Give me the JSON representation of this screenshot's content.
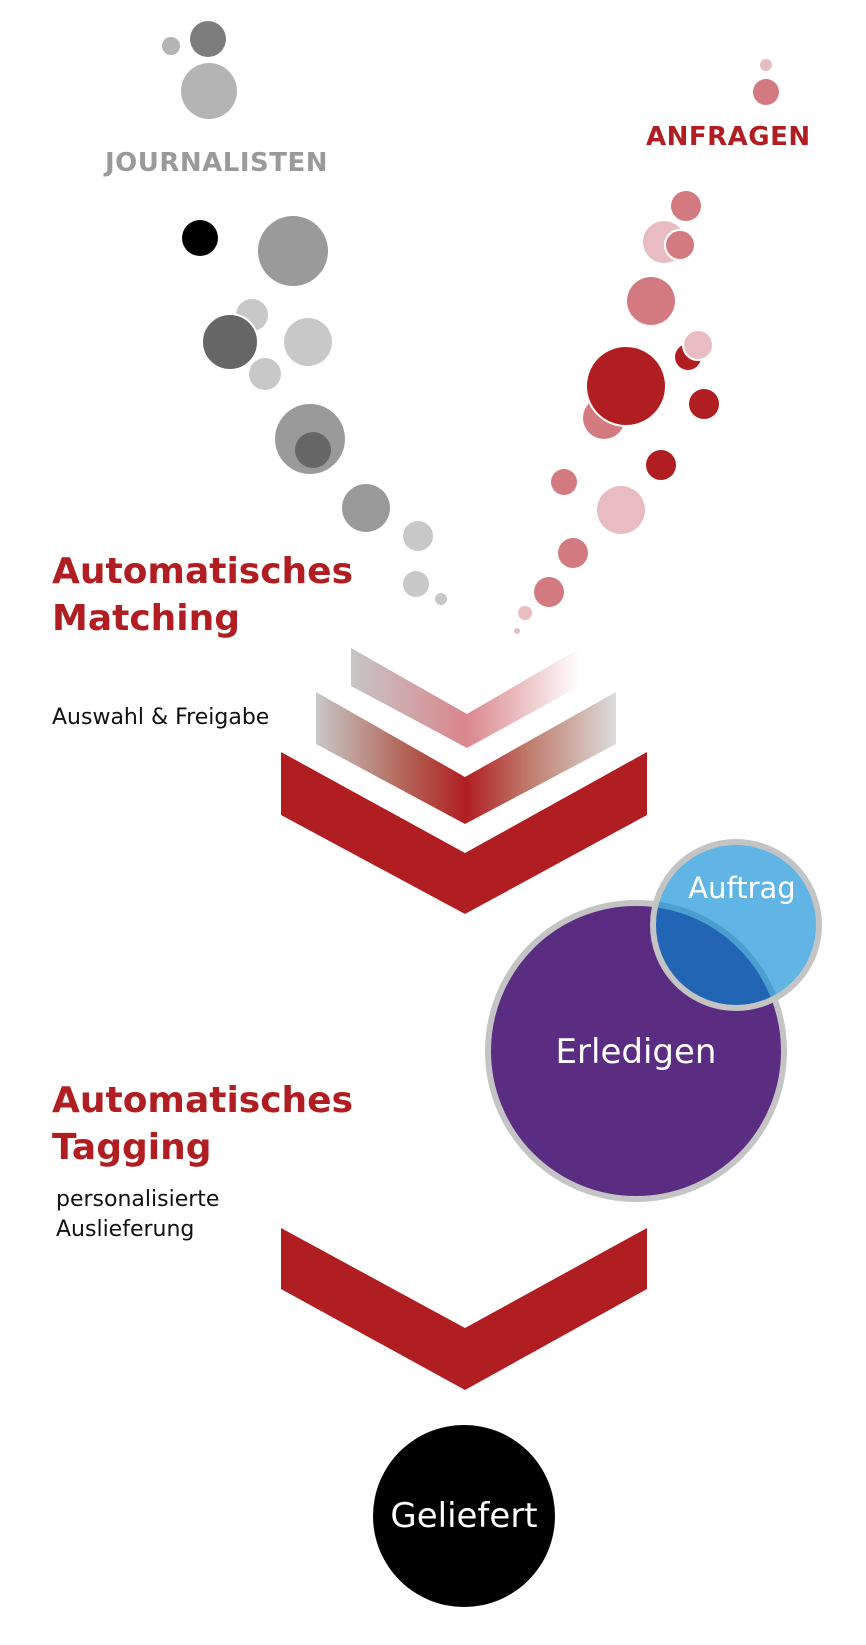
{
  "labels": {
    "journalists": "JOURNALISTEN",
    "requests": "ANFRAGEN"
  },
  "steps": [
    {
      "title_line1": "Automatisches",
      "title_line2": "Matching",
      "subtitle": "Auswahl & Freigabe"
    },
    {
      "title_line1": "Automatisches",
      "title_line2": "Tagging",
      "subtitle_line1": "personalisierte",
      "subtitle_line2": "Auslieferung"
    }
  ],
  "circles": {
    "order": "Auftrag",
    "complete": "Erledigen",
    "delivered": "Geliefert"
  },
  "colors": {
    "brand_red": "#b01e22",
    "gray_text": "#9a9a9a",
    "purple": "#5b2d82",
    "blue": "#0088d4",
    "black": "#000000"
  }
}
